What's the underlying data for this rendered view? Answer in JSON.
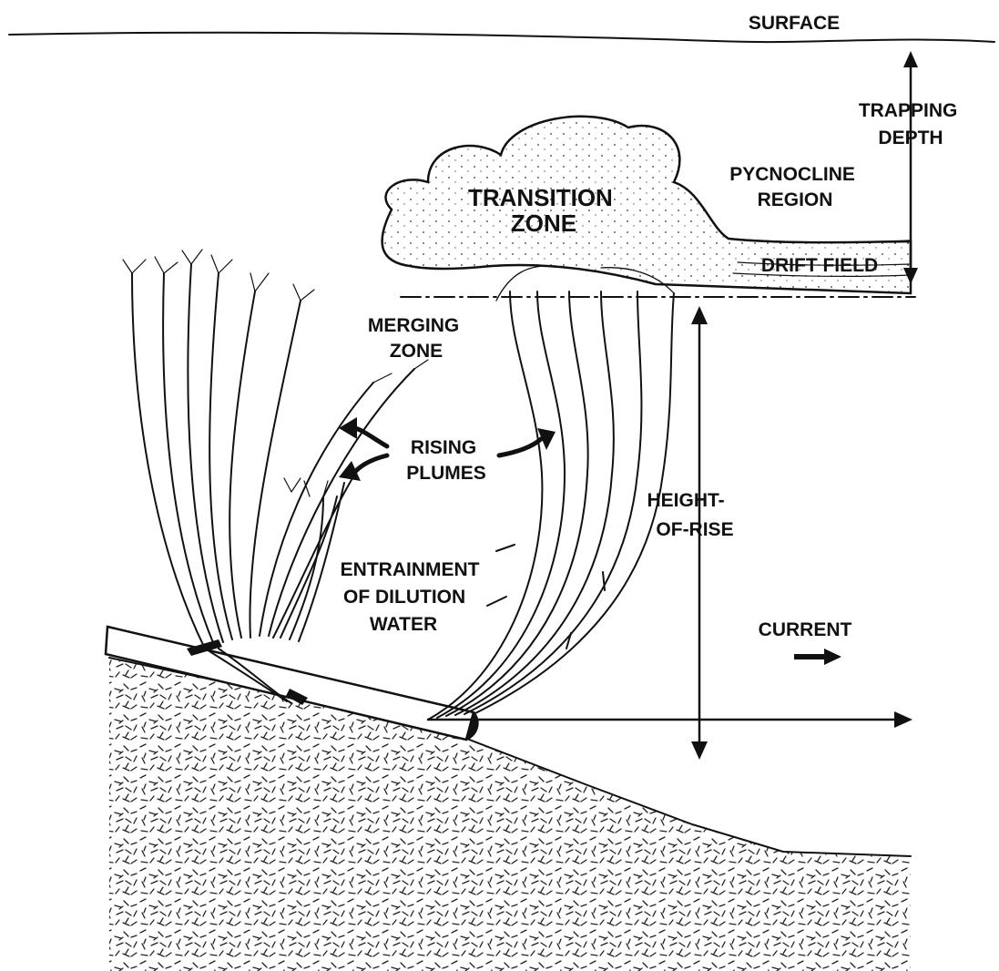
{
  "labels": {
    "surface": "SURFACE",
    "trapping_depth": [
      "TRAPPING",
      "DEPTH"
    ],
    "pycnocline_region": [
      "PYCNOCLINE",
      "REGION"
    ],
    "transition_zone": [
      "TRANSITION",
      "ZONE"
    ],
    "drift_field": "DRIFT FIELD",
    "merging_zone": [
      "MERGING",
      "ZONE"
    ],
    "rising_plumes": [
      "RISING",
      "PLUMES"
    ],
    "height_of_rise": [
      "HEIGHT-",
      "OF-RISE"
    ],
    "entrainment": [
      "ENTRAINMENT",
      "OF DILUTION",
      "WATER"
    ],
    "current": "CURRENT"
  }
}
